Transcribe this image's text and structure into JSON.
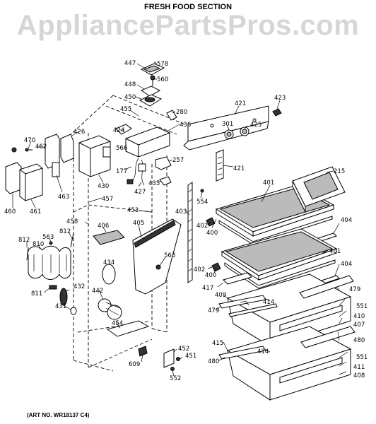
{
  "diagram": {
    "title": "FRESH FOOD SECTION",
    "watermark": "AppliancePartsPros.com",
    "art_number": "(ART NO. WR18137 C4)"
  },
  "callouts": [
    {
      "id": "c447",
      "text": "447"
    },
    {
      "id": "c578",
      "text": "578"
    },
    {
      "id": "c448",
      "text": "448"
    },
    {
      "id": "c560",
      "text": "560"
    },
    {
      "id": "c450",
      "text": "450"
    },
    {
      "id": "c455",
      "text": "455"
    },
    {
      "id": "c280",
      "text": "280"
    },
    {
      "id": "c421a",
      "text": "421"
    },
    {
      "id": "c423",
      "text": "423"
    },
    {
      "id": "c470",
      "text": "470"
    },
    {
      "id": "c426",
      "text": "426"
    },
    {
      "id": "c424",
      "text": "424"
    },
    {
      "id": "c436",
      "text": "436"
    },
    {
      "id": "c301",
      "text": "301"
    },
    {
      "id": "c425",
      "text": "425"
    },
    {
      "id": "c462",
      "text": "462"
    },
    {
      "id": "c566",
      "text": "566"
    },
    {
      "id": "c257",
      "text": "257"
    },
    {
      "id": "c421b",
      "text": "421"
    },
    {
      "id": "c177",
      "text": "177"
    },
    {
      "id": "c215",
      "text": "215"
    },
    {
      "id": "c430",
      "text": "430"
    },
    {
      "id": "c427",
      "text": "427"
    },
    {
      "id": "c435",
      "text": "435"
    },
    {
      "id": "c463",
      "text": "463"
    },
    {
      "id": "c401a",
      "text": "401"
    },
    {
      "id": "c554",
      "text": "554"
    },
    {
      "id": "c460",
      "text": "460"
    },
    {
      "id": "c461",
      "text": "461"
    },
    {
      "id": "c457",
      "text": "457"
    },
    {
      "id": "c453",
      "text": "453"
    },
    {
      "id": "c403",
      "text": "403"
    },
    {
      "id": "c458",
      "text": "458"
    },
    {
      "id": "c402a",
      "text": "402"
    },
    {
      "id": "c400a",
      "text": "400"
    },
    {
      "id": "c404a",
      "text": "404"
    },
    {
      "id": "c812a",
      "text": "812"
    },
    {
      "id": "c563a",
      "text": "563"
    },
    {
      "id": "c406",
      "text": "406"
    },
    {
      "id": "c405",
      "text": "405"
    },
    {
      "id": "c812b",
      "text": "812"
    },
    {
      "id": "c810",
      "text": "810"
    },
    {
      "id": "c563b",
      "text": "563"
    },
    {
      "id": "c401b",
      "text": "401"
    },
    {
      "id": "c434",
      "text": "434"
    },
    {
      "id": "c402b",
      "text": "402"
    },
    {
      "id": "c400b",
      "text": "400"
    },
    {
      "id": "c404b",
      "text": "404"
    },
    {
      "id": "c811",
      "text": "811"
    },
    {
      "id": "c432",
      "text": "432"
    },
    {
      "id": "c417",
      "text": "417"
    },
    {
      "id": "c442",
      "text": "442"
    },
    {
      "id": "c409",
      "text": "409"
    },
    {
      "id": "c479a",
      "text": "479"
    },
    {
      "id": "c431",
      "text": "431"
    },
    {
      "id": "c414a",
      "text": "414"
    },
    {
      "id": "c551a",
      "text": "551"
    },
    {
      "id": "c479b",
      "text": "479"
    },
    {
      "id": "c410",
      "text": "410"
    },
    {
      "id": "c454",
      "text": "454"
    },
    {
      "id": "c407",
      "text": "407"
    },
    {
      "id": "c480a",
      "text": "480"
    },
    {
      "id": "c415",
      "text": "415"
    },
    {
      "id": "c414b",
      "text": "414"
    },
    {
      "id": "c551b",
      "text": "551"
    },
    {
      "id": "c452",
      "text": "452"
    },
    {
      "id": "c609",
      "text": "609"
    },
    {
      "id": "c451",
      "text": "451"
    },
    {
      "id": "c480b",
      "text": "480"
    },
    {
      "id": "c411",
      "text": "411"
    },
    {
      "id": "c552",
      "text": "552"
    },
    {
      "id": "c408",
      "text": "408"
    }
  ]
}
